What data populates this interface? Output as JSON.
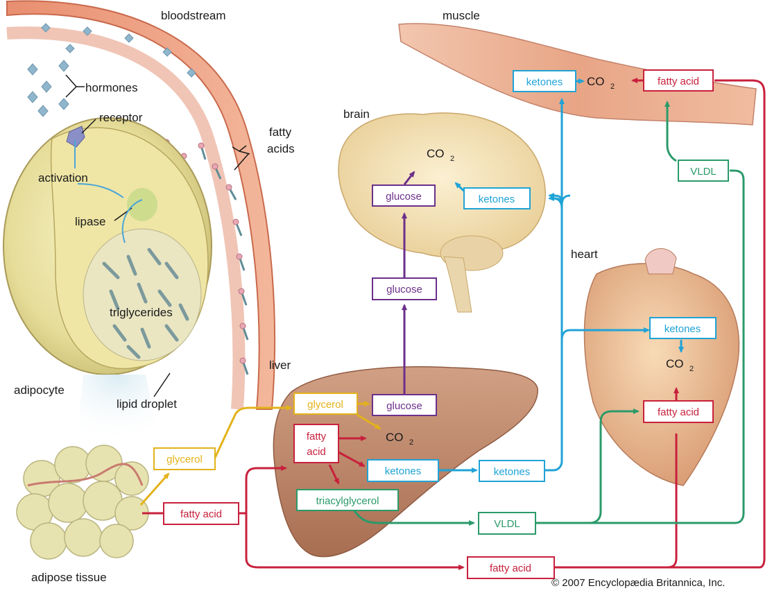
{
  "colors": {
    "glucose": "#6b2f8a",
    "ketones": "#1fa3d6",
    "fatty_acid": "#c8203c",
    "glycerol": "#e3b21a",
    "vldl": "#2a9a6a"
  },
  "regions": {
    "bloodstream": "bloodstream",
    "muscle": "muscle",
    "brain": "brain",
    "heart": "heart",
    "liver": "liver",
    "adipocyte": "adipocyte",
    "adipose_tissue": "adipose tissue"
  },
  "adipocyte_labels": {
    "hormones": "hormones",
    "receptor": "receptor",
    "activation": "activation",
    "lipase": "lipase",
    "triglycerides": "triglycerides",
    "lipid_droplet": "lipid droplet",
    "fatty_acids_1": "fatty",
    "fatty_acids_2": "acids"
  },
  "boxes": {
    "muscle_ketones": "ketones",
    "muscle_fatty_acid": "fatty acid",
    "muscle_vldl": "VLDL",
    "brain_glucose": "glucose",
    "brain_ketones": "ketones",
    "mid_glucose": "glucose",
    "heart_ketones": "ketones",
    "heart_fatty_acid": "fatty acid",
    "liver_glycerol": "glycerol",
    "liver_glucose": "glucose",
    "liver_fatty_1": "fatty",
    "liver_fatty_2": "acid",
    "liver_ketones": "ketones",
    "liver_triacylglycerol": "triacylglycerol",
    "out_ketones": "ketones",
    "adipose_glycerol": "glycerol",
    "adipose_fatty_acid": "fatty acid",
    "vldl_bottom": "VLDL",
    "bottom_fatty_acid": "fatty acid"
  },
  "co2": {
    "muscle": "CO",
    "brain": "CO",
    "heart": "CO",
    "liver": "CO",
    "subscript": "2"
  },
  "copyright": "© 2007 Encyclopædia Britannica, Inc."
}
